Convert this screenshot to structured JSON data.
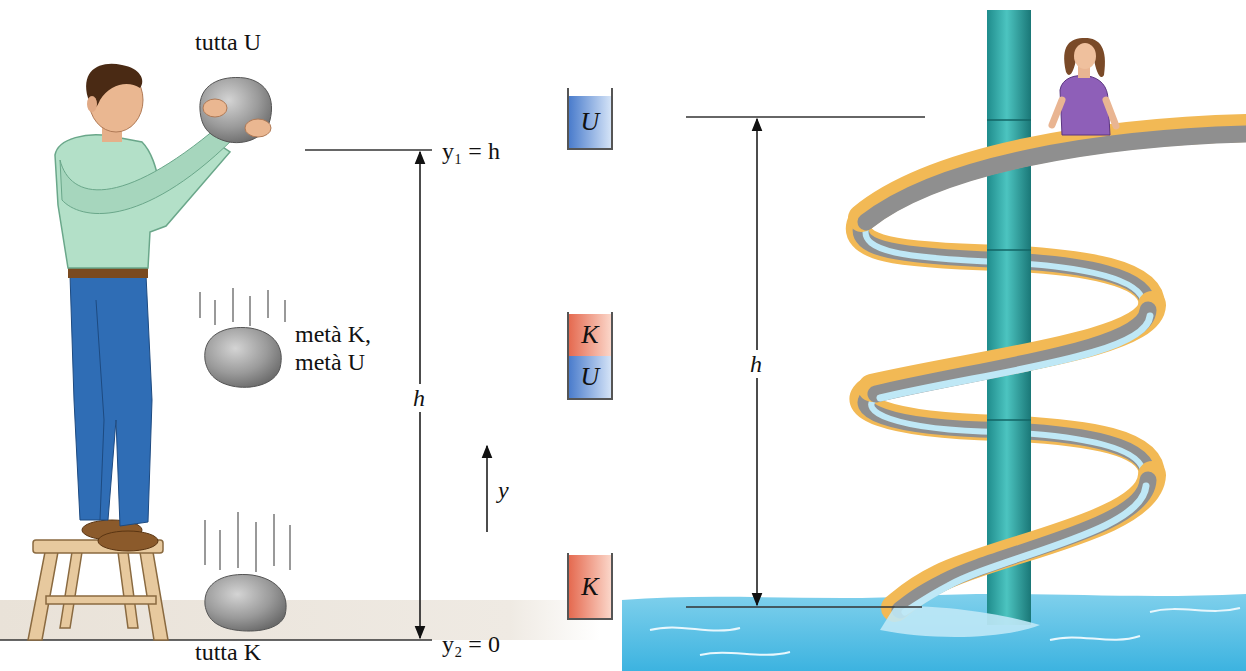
{
  "diagram": {
    "nodes": [
      {
        "text": [
          "U"
        ]
      },
      {
        "text": [
          "K",
          "U"
        ]
      },
      {
        "text": [
          "K"
        ]
      }
    ],
    "labels": [
      "tutta U",
      "y₁ = h",
      "metà K, metà U",
      "h",
      "y",
      "y₂ = 0",
      "tutta K",
      "h"
    ]
  }
}
